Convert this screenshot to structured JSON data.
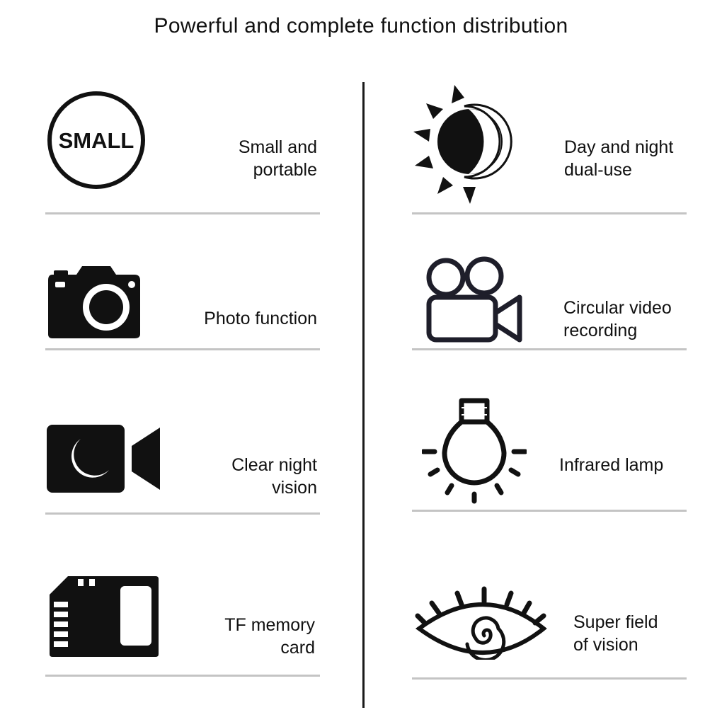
{
  "title": "Powerful and complete function distribution",
  "features": [
    {
      "id": "small",
      "icon": "small-badge-icon",
      "badge_text": "SMALL",
      "line1": "Small and",
      "line2": "portable"
    },
    {
      "id": "photo",
      "icon": "camera-icon",
      "line1": "Photo function",
      "line2": ""
    },
    {
      "id": "night-vision",
      "icon": "night-video-icon",
      "line1": "Clear night",
      "line2": "vision"
    },
    {
      "id": "tf-card",
      "icon": "sd-card-icon",
      "line1": "TF memory",
      "line2": "card"
    },
    {
      "id": "day-night",
      "icon": "sun-moon-icon",
      "line1": "Day and night",
      "line2": "dual-use"
    },
    {
      "id": "video-recording",
      "icon": "video-camera-icon",
      "line1": "Circular video",
      "line2": "recording"
    },
    {
      "id": "infrared",
      "icon": "light-bulb-icon",
      "line1": "Infrared lamp",
      "line2": ""
    },
    {
      "id": "field-of-vision",
      "icon": "eye-icon",
      "line1": "Super field",
      "line2": "of vision"
    }
  ]
}
